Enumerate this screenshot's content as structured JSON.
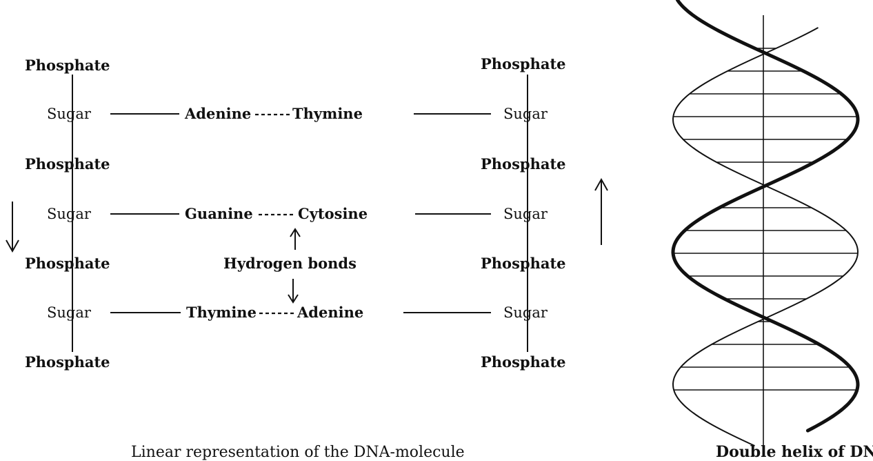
{
  "linear": {
    "left_strand": [
      "Phosphate",
      "Sugar",
      "Phosphate",
      "Sugar",
      "Phosphate",
      "Sugar",
      "Phosphate"
    ],
    "right_strand": [
      "Phosphate",
      "Sugar",
      "Phosphate",
      "Sugar",
      "Phosphate",
      "Sugar",
      "Phosphate"
    ],
    "pairs": [
      {
        "left_base": "Adenine",
        "right_base": "Thymine"
      },
      {
        "left_base": "Guanine",
        "right_base": "Cytosine"
      },
      {
        "left_base": "Thymine",
        "right_base": "Adenine"
      }
    ],
    "bond_label": "Hydrogen bonds",
    "caption": "Linear representation of the DNA-molecule"
  },
  "helix": {
    "caption": "Double helix of DNA"
  }
}
